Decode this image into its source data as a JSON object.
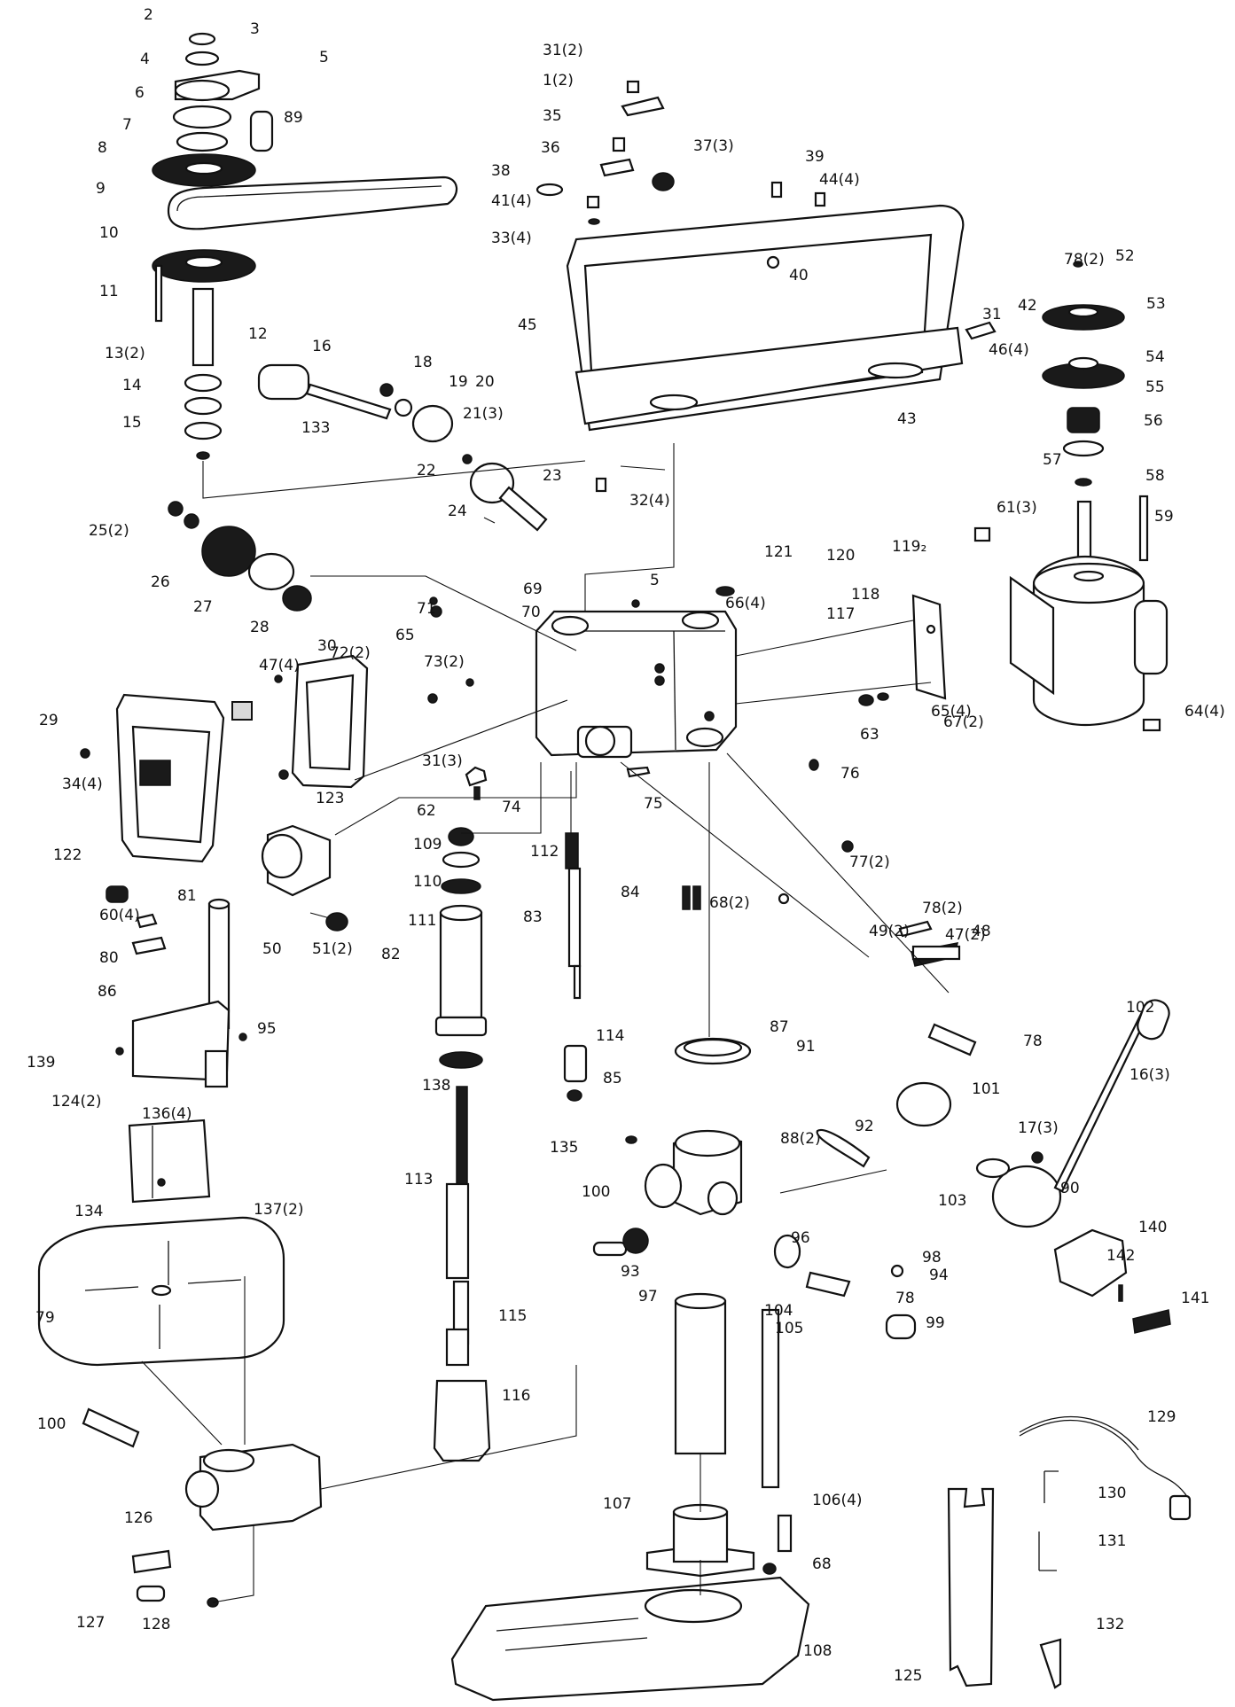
{
  "diagram": {
    "colors": {
      "ink": "#111111",
      "paper": "#ffffff",
      "fill": "#d9d9d9"
    },
    "callouts": [
      "2",
      "3",
      "4",
      "5",
      "89",
      "6",
      "7",
      "8",
      "9",
      "10",
      "11",
      "12",
      "13(2)",
      "14",
      "15",
      "16",
      "133",
      "18",
      "19",
      "20",
      "21(3)",
      "22",
      "23",
      "24",
      "25(2)",
      "26",
      "27",
      "28",
      "31(2)",
      "1(2)",
      "35",
      "36",
      "37(3)",
      "38",
      "41(4)",
      "33(4)",
      "39",
      "44(4)",
      "40",
      "45",
      "43",
      "32(4)",
      "78(2)",
      "52",
      "53",
      "31",
      "42",
      "46(4)",
      "54",
      "55",
      "56",
      "57",
      "58",
      "59",
      "61(3)",
      "121",
      "120",
      "119₂",
      "118",
      "117",
      "5",
      "66(4)",
      "69",
      "70",
      "71",
      "65",
      "73(2)",
      "72(2)",
      "47(4)",
      "30",
      "29",
      "34(4)",
      "122",
      "123",
      "31(3)",
      "74",
      "75",
      "76",
      "67(2)",
      "63",
      "65(4)",
      "64(4)",
      "60(4)",
      "80",
      "81",
      "51(2)",
      "82",
      "62",
      "109",
      "110",
      "111",
      "112",
      "83",
      "84",
      "77(2)",
      "68(2)",
      "78(2)",
      "47(2)",
      "49(2)",
      "48",
      "50",
      "86",
      "95",
      "139",
      "124(2)",
      "136(4)",
      "138",
      "113",
      "114",
      "85",
      "87",
      "91",
      "78",
      "101",
      "102",
      "16(3)",
      "17(3)",
      "135",
      "88(2)",
      "92",
      "100",
      "90",
      "103",
      "134",
      "137(2)",
      "96",
      "93",
      "97",
      "98",
      "94",
      "78",
      "99",
      "140",
      "142",
      "141",
      "79",
      "115",
      "104",
      "105",
      "116",
      "129",
      "100",
      "126",
      "107",
      "106(4)",
      "130",
      "68",
      "131",
      "127",
      "128",
      "108",
      "132",
      "125"
    ]
  }
}
